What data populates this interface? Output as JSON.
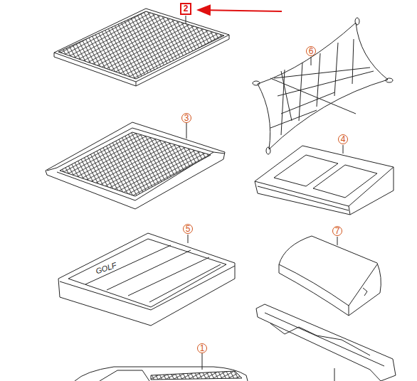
{
  "diagram": {
    "labels": [
      "2",
      "6",
      "3",
      "4",
      "5",
      "7",
      "GOLF",
      "1"
    ]
  }
}
